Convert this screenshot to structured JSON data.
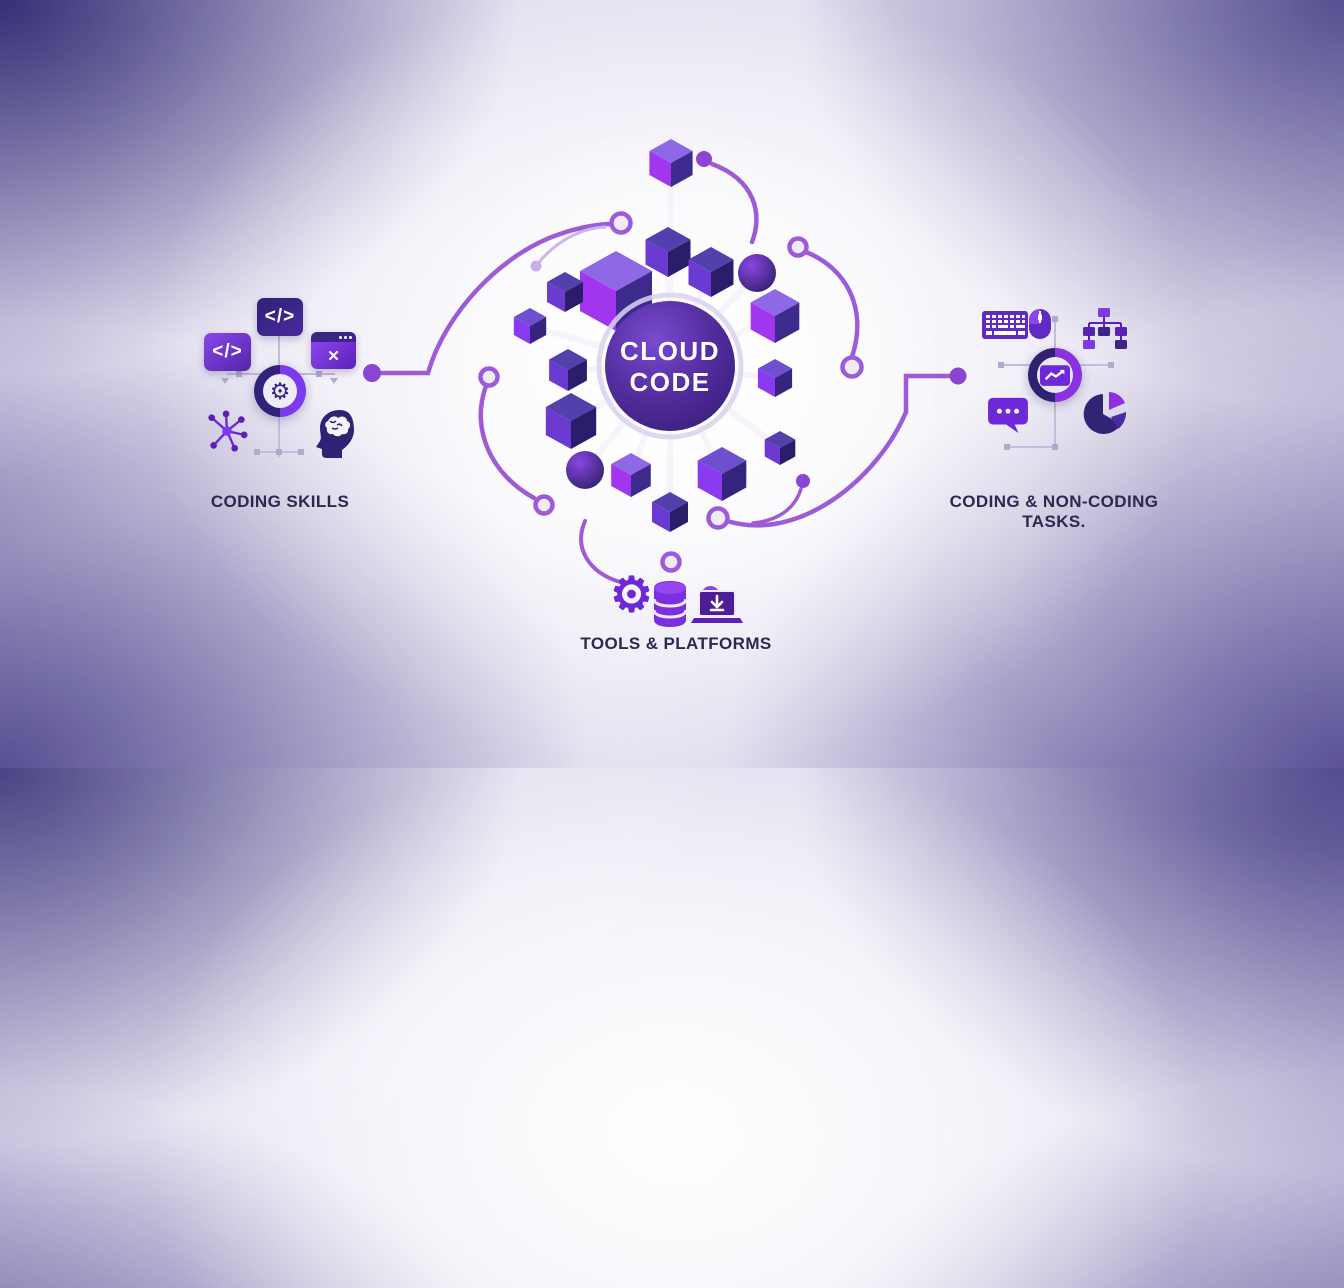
{
  "center": {
    "line1": "CLOUD",
    "line2": "CODE"
  },
  "groups": {
    "left": {
      "label": "CODING SKILLS"
    },
    "right": {
      "label": "CODING & NON-CODING TASKS."
    },
    "bottom": {
      "label": "TOOLS & PLATFORMS"
    }
  },
  "glyphs": {
    "code": "</>",
    "close": "✕",
    "gear": "⚙"
  },
  "icon_names": [
    "code-icon",
    "code-icon-2",
    "browser-close-icon",
    "gear-badge-icon",
    "network-icon",
    "brain-head-icon",
    "keyboard-icon",
    "mouse-icon",
    "org-chart-icon",
    "trend-chart-icon",
    "chat-bubble-icon",
    "pie-chart-icon",
    "gear-icon",
    "database-icon",
    "cloud-laptop-icon"
  ],
  "colors": {
    "background_light": "#f2f0f8",
    "background_corner": "#423a8a",
    "hub_circle": "#4a2693",
    "cube_violet": "#a236ef",
    "cube_indigo": "#2b1d6a",
    "connector_purple": "#9d5bd8",
    "label_text": "#2d2850",
    "icon_purple": "#6d28d9"
  }
}
